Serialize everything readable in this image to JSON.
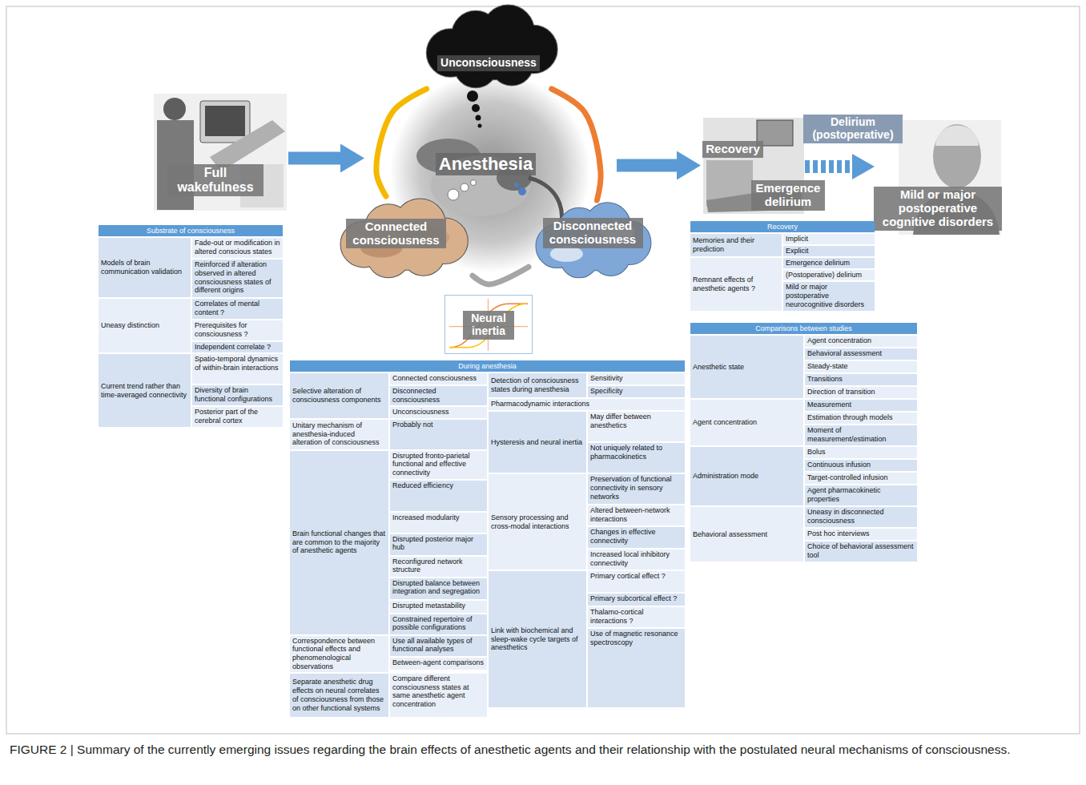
{
  "diagram": {
    "caption": "FIGURE 2 | Summary of the currently emerging issues regarding the brain effects of anesthetic agents and their relationship with the postulated neural mechanisms of consciousness.",
    "nodes": [
      {
        "text": [
          "Full wakefulness"
        ]
      },
      {
        "text": [
          "Unconsciousness"
        ]
      },
      {
        "text": [
          "Anesthesia"
        ]
      },
      {
        "text": [
          "Connected consciousness"
        ]
      },
      {
        "text": [
          "Disconnected consciousness"
        ]
      },
      {
        "text": [
          "Neural inertia"
        ]
      },
      {
        "text": [
          "Recovery"
        ]
      },
      {
        "text": [
          "Emergence delirium"
        ]
      },
      {
        "text": [
          "Delirium (postoperative)"
        ]
      },
      {
        "text": [
          "Mild or major postoperative cognitive disorders"
        ]
      },
      {
        "text": [
          "Substrate of consciousness"
        ]
      },
      {
        "text": [
          "During anesthesia"
        ]
      },
      {
        "text": [
          "Recovery"
        ]
      },
      {
        "text": [
          "Comparisons between studies"
        ]
      }
    ],
    "edges": [
      {
        "from": 0,
        "to": 2,
        "arrow": "to"
      },
      {
        "from": 2,
        "to": 6,
        "arrow": "to"
      },
      {
        "from": 6,
        "to": 9,
        "arrow": "to"
      },
      {
        "from": 3,
        "to": 1,
        "arrow": "none"
      },
      {
        "from": 1,
        "to": 4,
        "arrow": "none"
      },
      {
        "from": 3,
        "to": 4,
        "arrow": "none"
      }
    ],
    "labels": [
      "Models of brain communication validation",
      "Fade-out or modification in altered conscious states",
      "Reinforced if alteration observed in altered consciousness states of different origins",
      "Uneasy distinction",
      "Correlates of mental content ?",
      "Prerequisites for consciousness ?",
      "Independent correlate ?",
      "Current trend rather than time-averaged connectivity",
      "Spatio-temporal dynamics of within-brain interactions",
      "Diversity of brain functional configurations",
      "Posterior part of the cerebral cortex",
      "Selective alteration of consciousness components",
      "Connected consciousness",
      "Disconnected consciousness",
      "Unconsciousness",
      "Unitary mechanism of anesthesia-induced alteration of consciousness",
      "Probably not",
      "Brain functional changes that are common to the majority of anesthetic agents",
      "Disrupted fronto-parietal functional and effective connectivity",
      "Reduced efficiency",
      "Increased modularity",
      "Disrupted posterior major hub",
      "Reconfigured network structure",
      "Disrupted balance between integration and segregation",
      "Disrupted metastability",
      "Constrained repertoire of possible configurations",
      "Correspondence between functional effects and phenomenological observations",
      "Use all available types of functional analyses",
      "Between-agent comparisons",
      "Separate anesthetic drug effects on neural correlates of consciousness from those on other functional systems",
      "Compare different consciousness states at same anesthetic agent concentration",
      "Detection of consciousness states during anesthesia",
      "Sensitivity",
      "Specificity",
      "Pharmacodynamic interactions",
      "Hysteresis and neural inertia",
      "May differ between anesthetics",
      "Not uniquely related to pharmacokinetics",
      "Sensory processing and cross-modal interactions",
      "Preservation of functional connectivity in sensory networks",
      "Altered between-network interactions",
      "Changes in effective connectivity",
      "Increased local inhibitory connectivity",
      "Link with biochemical and sleep-wake cycle targets of anesthetics",
      "Primary cortical effect ?",
      "Primary subcortical effect ?",
      "Thalamo-cortical interactions ?",
      "Use of magnetic resonance spectroscopy",
      "Memories and their prediction",
      "Implicit",
      "Explicit",
      "Remnant effects of anesthetic agents ?",
      "Emergence delirium",
      "(Postoperative) delirium",
      "Mild or major postoperative neurocognitive disorders",
      "Anesthetic state",
      "Agent concentration",
      "Behavioral assessment",
      "Steady-state",
      "Transitions",
      "Direction of transition",
      "Agent concentration",
      "Measurement",
      "Estimation through models",
      "Moment of measurement/estimation",
      "Administration mode",
      "Bolus",
      "Continuous infusion",
      "Target-controlled infusion",
      "Agent pharmacokinetic properties",
      "Behavioral assessment",
      "Uneasy in disconnected consciousness",
      "Post hoc interviews",
      "Choice of behavioral assessment tool"
    ]
  }
}
